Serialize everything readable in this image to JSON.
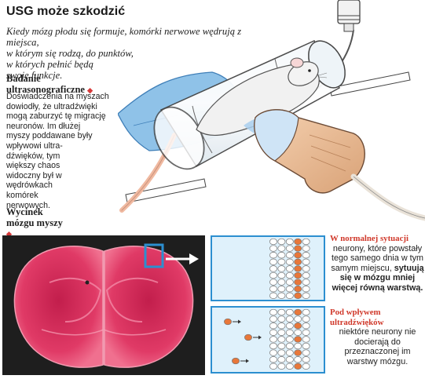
{
  "title": "USG może szkodzić",
  "intro": [
    "Kiedy mózg płodu się formuje, komórki nerwowe wędrują z miejsca,",
    "w którym się rodzą, do punktów,",
    "w których pełnić będą",
    "swoje funkcje."
  ],
  "section1": {
    "heading": [
      "Badanie",
      "ultrasonograficzne"
    ],
    "body": [
      "Doświadczenia na myszach",
      "dowiodły, że ultradźwięki",
      "mogą zaburzyć tę migrację",
      "neuronów. Im dłużej",
      "myszy poddawane były",
      "wpływowi ultra-",
      "dźwięków, tym",
      "większy chaos",
      "widoczny był w",
      "wędrówkach",
      "komórek",
      "nerwowych."
    ]
  },
  "section2": {
    "heading": [
      "Wycinek",
      "mózgu myszy"
    ]
  },
  "normal": {
    "title": "W normalnej sytuacji",
    "body": [
      "neurony, które powstały",
      "tego samego dnia w tym",
      "samym miejscu,"
    ],
    "bold1": "sytuują",
    "bold2": [
      "się w mózgu mniej",
      "więcej równą warstwą."
    ]
  },
  "effect": {
    "title": [
      "Pod wpływem",
      "ultradźwięków"
    ],
    "body": [
      "niektóre neurony nie",
      "docierają do",
      "przeznaczonej im",
      "warstwy mózgu."
    ]
  },
  "colors": {
    "accent_blue": "#2c8fd0",
    "panel_blue": "#dff1fb",
    "neuron_orange": "#e8773a",
    "heading_red": "#d0392b",
    "brain_pink": "#e03a66"
  }
}
